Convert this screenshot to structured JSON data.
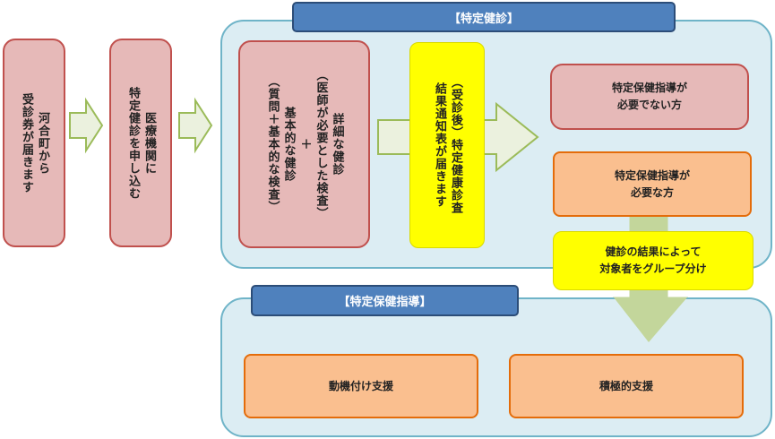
{
  "flow": {
    "step1": "河合町から\n受診券が届きます",
    "step2": "医療機関に\n特定健診を申し込む"
  },
  "checkup": {
    "header": "【特定健診】",
    "exam": "詳細な健診\n（医師が必要とした検査）\n＋\n基本的な健診\n（質問＋基本的な検査）",
    "result": "（受診後）特定健康診査\n結果通知表が届きます",
    "no_guidance": "特定保健指導が\n必要でない方",
    "needs_guidance": "特定保健指導が\n必要な方",
    "grouping": "健診の結果によって\n対象者をグループ分け"
  },
  "guidance": {
    "header": "【特定保健指導】",
    "motivation": "動機付け支援",
    "active": "積極的支援"
  },
  "colors": {
    "arrow_fill": "#ebf1de",
    "arrow_stroke": "#9bbb59",
    "down_arrow": "#c3d69b"
  }
}
